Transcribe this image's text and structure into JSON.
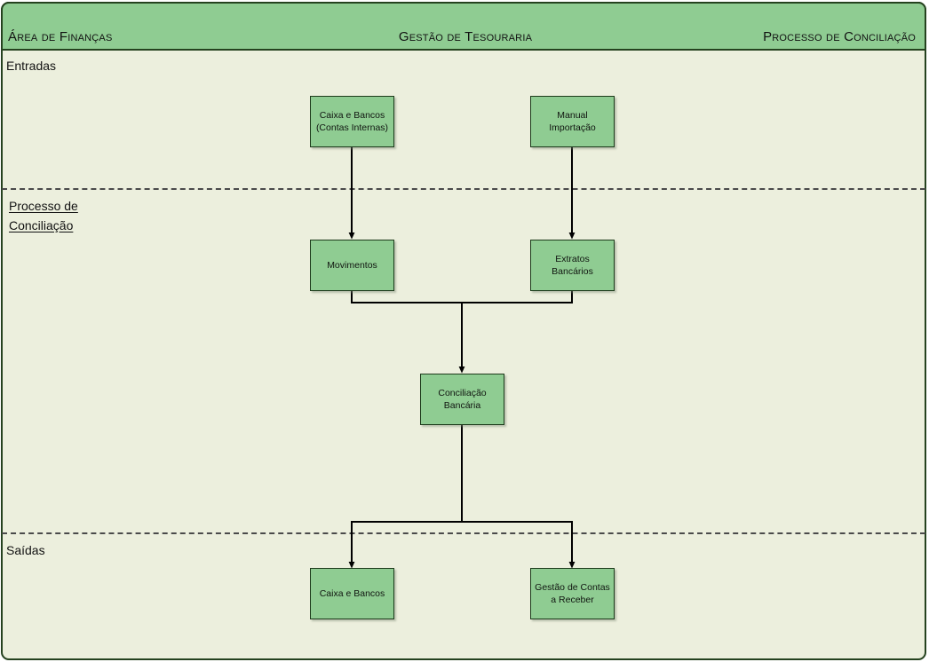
{
  "diagram": {
    "title_left": "Área de Finanças",
    "title_center": "Gestão de Tesouraria",
    "title_right": "Processo de Conciliação",
    "colors": {
      "canvas": "#ecefdd",
      "header_band": "#8fcc92",
      "node_fill": "#8fcc92",
      "node_border": "#1d3a1b",
      "frame_border": "#25421f",
      "edge": "#000000",
      "lane_divider": "#4a4a4a"
    },
    "lanes": [
      {
        "label": "Entradas"
      },
      {
        "label": "Processo de\nConciliação"
      },
      {
        "label": "Saídas"
      }
    ],
    "nodes": [
      {
        "id": "caixa-bancos-internas",
        "label": "Caixa e Bancos\n(Contas Internas)"
      },
      {
        "id": "manual-importacao",
        "label": "Manual\nImportação"
      },
      {
        "id": "movimentos",
        "label": "Movimentos"
      },
      {
        "id": "extratos-bancarios",
        "label": "Extratos\nBancários"
      },
      {
        "id": "conciliacao-bancaria",
        "label": "Conciliação\nBancária"
      },
      {
        "id": "caixa-e-bancos",
        "label": "Caixa e Bancos"
      },
      {
        "id": "gestao-contas-receber",
        "label": "Gestão de Contas\na Receber"
      }
    ],
    "edges": [
      {
        "from": "caixa-bancos-internas",
        "to": "movimentos"
      },
      {
        "from": "manual-importacao",
        "to": "extratos-bancarios"
      },
      {
        "from": "movimentos",
        "to": "conciliacao-bancaria"
      },
      {
        "from": "extratos-bancarios",
        "to": "conciliacao-bancaria"
      },
      {
        "from": "conciliacao-bancaria",
        "to": "caixa-e-bancos"
      },
      {
        "from": "conciliacao-bancaria",
        "to": "gestao-contas-receber"
      }
    ]
  }
}
